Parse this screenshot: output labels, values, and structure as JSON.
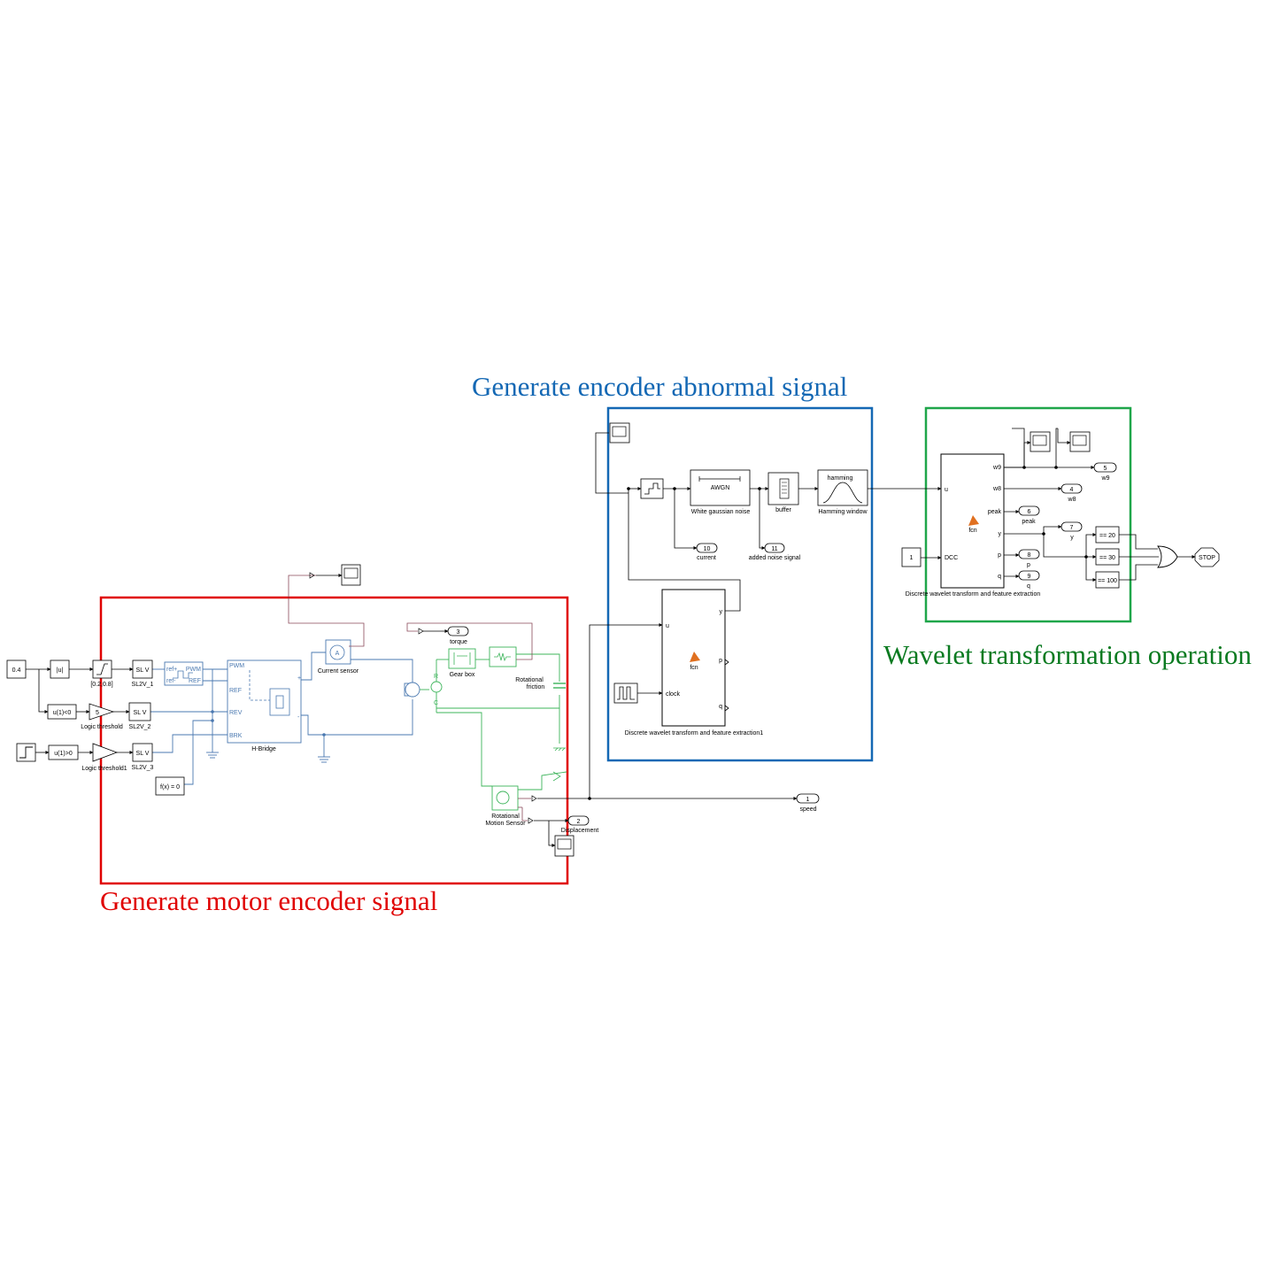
{
  "regions": {
    "motor": {
      "title": "Generate motor encoder signal",
      "color": "#e00000"
    },
    "abnormal": {
      "title": "Generate encoder abnormal signal",
      "color": "#1468b4"
    },
    "wavelet": {
      "title": "Wavelet transformation operation",
      "color": "#1fa64a",
      "title_color": "#0a7a20"
    }
  },
  "colors": {
    "electrical": "#4a78b0",
    "mechanical": "#3cb45a",
    "signal": "#000000",
    "torque_wire": "#8a4a5a"
  },
  "motor": {
    "const_04": "0.4",
    "abs": "|u|",
    "saturation_label": "[0.2,0.8]",
    "cmp_lt": "u(1)<0",
    "cmp_gt": "u(1)>0",
    "gain5": "5",
    "logic_threshold": "Logic threshold",
    "logic_threshold1": "Logic threshold1",
    "sl2v_inner": "SL  V",
    "sl2v_1": "SL2V_1",
    "sl2v_2": "SL2V_2",
    "sl2v_3": "SL2V_3",
    "fx0": "f(x) = 0",
    "pwm_ref_plus": "ref+",
    "pwm_ref_minus": "ref-",
    "pwm_out": "PWM",
    "pwm_ref": "REF",
    "hb_pwm": "PWM",
    "hb_ref": "REF",
    "hb_rev": "REV",
    "hb_brk": "BRK",
    "hbridge": "H-Bridge",
    "current_sensor": "Current sensor",
    "ammeter": "A",
    "gearbox": "Gear box",
    "rot_friction": "Rotational friction",
    "rot_motion_sensor": "Rotational Motion Sensor",
    "torque_num": "3",
    "torque": "torque",
    "speed_num": "1",
    "speed": "speed",
    "disp_num": "2",
    "disp": "Displacement"
  },
  "abnormal": {
    "awgn": "AWGN",
    "white_noise": "White gaussian noise",
    "buffer": "buffer",
    "hamming": "hamming",
    "hamming_window": "Hamming window",
    "current_num": "10",
    "current": "current",
    "noise_num": "11",
    "noise": "added noise signal",
    "fcn": "fcn",
    "port_u": "u",
    "port_clock": "clock",
    "port_y": "y",
    "port_p": "p",
    "port_q": "q",
    "fn_title": "Discrete wavelet transform and feature extraction1"
  },
  "wavelet": {
    "const1": "1",
    "port_u": "u",
    "port_dcc": "DCC",
    "fcn": "fcn",
    "out_w9": "w9",
    "out_w8": "w8",
    "out_peak": "peak",
    "out_y": "y",
    "out_p": "p",
    "out_q": "q",
    "fn_title": "Discrete wavelet transform and feature extraction",
    "w9_num": "5",
    "w9": "w9",
    "w8_num": "4",
    "w8": "w8",
    "peak_num": "6",
    "peak": "peak",
    "y_num": "7",
    "y": "y",
    "p_num": "8",
    "p": "p",
    "q_num": "9",
    "q": "q",
    "eq20": "== 20",
    "eq30": "== 30",
    "eq100": "== 100",
    "stop": "STOP"
  }
}
